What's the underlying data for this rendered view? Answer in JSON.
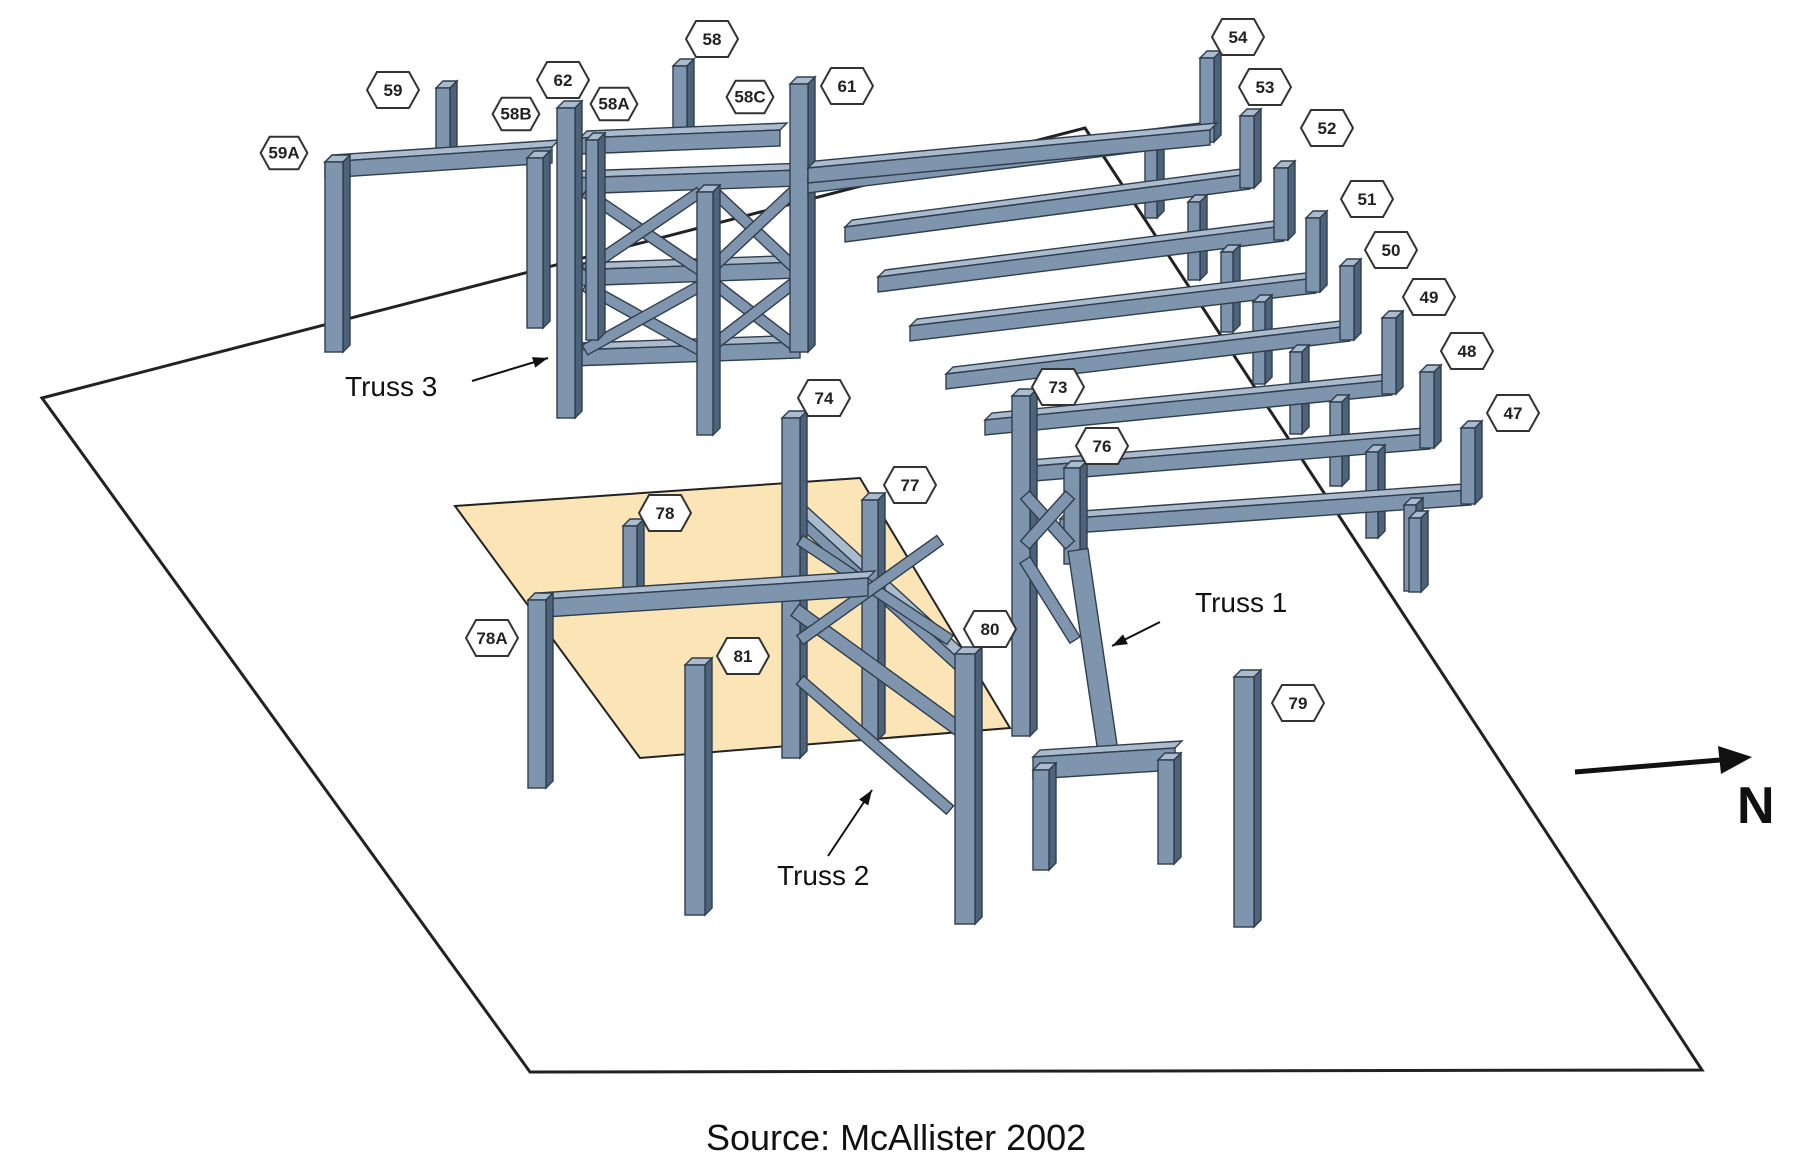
{
  "colors": {
    "steel_front": "#7f95ad",
    "steel_light": "#a9bbcd",
    "steel_dark": "#4d6379",
    "outline": "#2f3d4d",
    "floor_slab": "#fbe5b6",
    "floor_outline": "#222222",
    "tag_fill": "#ffffff",
    "tag_stroke": "#333333"
  },
  "column_tags": [
    "59A",
    "59",
    "58B",
    "62",
    "58A",
    "58",
    "58C",
    "61",
    "54",
    "53",
    "52",
    "51",
    "50",
    "49",
    "48",
    "47",
    "73",
    "76",
    "74",
    "77",
    "78",
    "78A",
    "81",
    "80",
    "79"
  ],
  "truss_labels": [
    "Truss 3",
    "Truss 1",
    "Truss 2"
  ],
  "north": {
    "label": "N",
    "arrow_icon": "north-arrow-icon"
  },
  "source": "Source: McAllister 2002"
}
